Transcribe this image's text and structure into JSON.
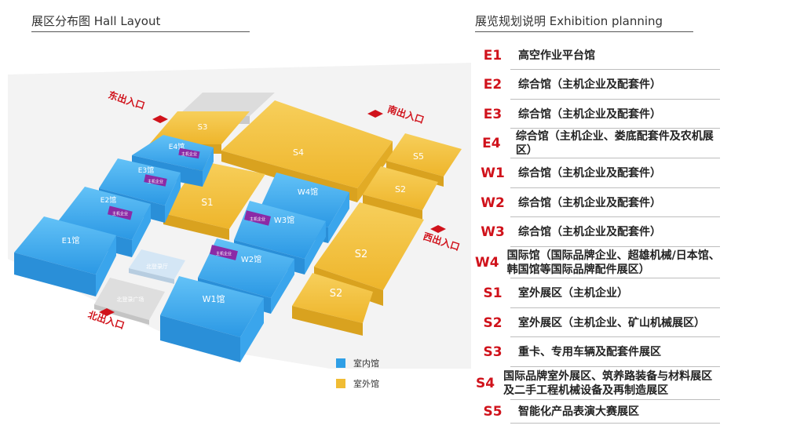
{
  "left_title": "展区分布图 Hall Layout",
  "right_title": "展览规划说明 Exhibition planning",
  "halls": {
    "S3": "S3",
    "S4": "S4",
    "S5": "S5",
    "S1": "S1",
    "S2a": "S2",
    "S2b": "S2",
    "S2c": "S2",
    "E4": "E4馆",
    "E3": "E3馆",
    "E2": "E2馆",
    "E1": "E1馆",
    "W4": "W4馆",
    "W3": "W3馆",
    "W2": "W2馆",
    "W1": "W1馆",
    "north_hall": "北登录厅",
    "north_square": "北登录广场"
  },
  "badges": {
    "E4": "主机企业",
    "E3": "主机企业",
    "E2": "主机企业",
    "W3": "主机企业",
    "W2": "主机企业"
  },
  "entrances": {
    "east": "东出入口",
    "south": "南出入口",
    "west": "西出入口",
    "north": "北出入口"
  },
  "legend": [
    {
      "label": "室内馆",
      "color": "#2f9fe6"
    },
    {
      "label": "室外馆",
      "color": "#f0bc34"
    }
  ],
  "planning": [
    {
      "code": "E1",
      "desc": "高空作业平台馆"
    },
    {
      "code": "E2",
      "desc": "综合馆（主机企业及配套件）"
    },
    {
      "code": "E3",
      "desc": "综合馆（主机企业及配套件）"
    },
    {
      "code": "E4",
      "desc": "综合馆（主机企业、娄底配套件及农机展区）"
    },
    {
      "code": "W1",
      "desc": "综合馆（主机企业及配套件）"
    },
    {
      "code": "W2",
      "desc": "综合馆（主机企业及配套件）"
    },
    {
      "code": "W3",
      "desc": "综合馆（主机企业及配套件）"
    },
    {
      "code": "W4",
      "desc": "国际馆（国际品牌企业、超雄机械/日本馆、韩国馆等国际品牌配件展区）"
    },
    {
      "code": "S1",
      "desc": "室外展区（主机企业）"
    },
    {
      "code": "S2",
      "desc": "室外展区（主机企业、矿山机械展区）"
    },
    {
      "code": "S3",
      "desc": "重卡、专用车辆及配套件展区"
    },
    {
      "code": "S4",
      "desc": "国际品牌室外展区、筑养路装备与材料展区及二手工程机械设备及再制造展区"
    },
    {
      "code": "S5",
      "desc": "智能化产品表演大赛展区"
    }
  ]
}
